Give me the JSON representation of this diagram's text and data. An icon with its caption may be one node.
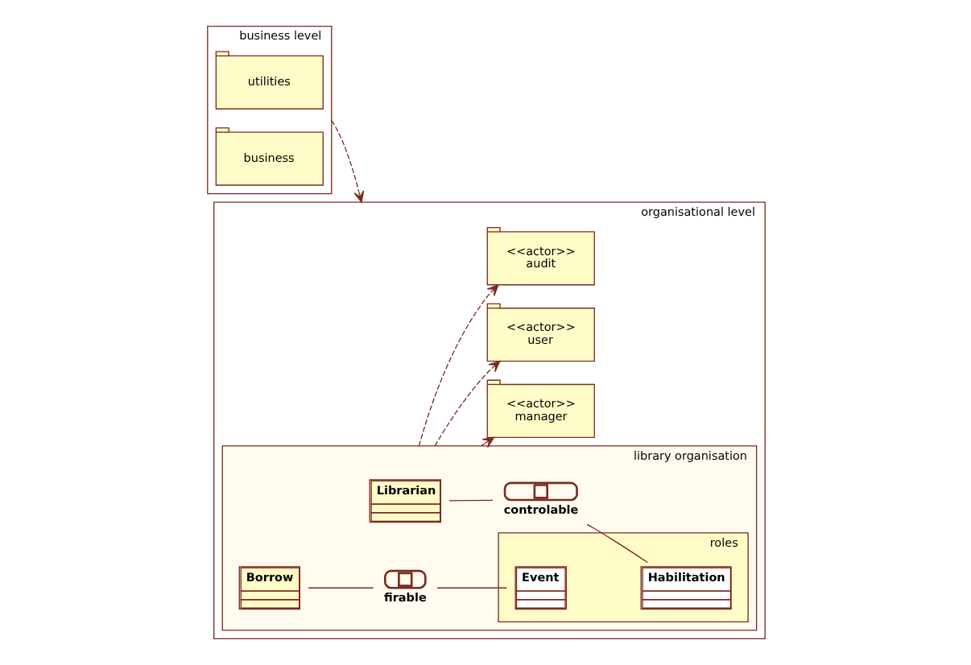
{
  "diagram": {
    "nodes": [
      {
        "text": [
          "business level"
        ]
      },
      {
        "text": [
          "utilities"
        ],
        "in": 0
      },
      {
        "text": [
          "business"
        ],
        "in": 0
      },
      {
        "text": [
          "organisational level"
        ]
      },
      {
        "text": [
          "library organisation"
        ],
        "in": 3
      },
      {
        "text": [
          "Librarian"
        ],
        "in": 4
      },
      {
        "text": [
          "controlable"
        ],
        "in": 4
      },
      {
        "text": [
          "Borrow"
        ],
        "in": 4
      },
      {
        "text": [
          "firable"
        ],
        "in": 4
      },
      {
        "text": [
          "roles"
        ],
        "in": 4
      },
      {
        "text": [
          "Habilitation"
        ],
        "in": 9
      },
      {
        "text": [
          "Event"
        ],
        "in": 9
      },
      {
        "text": [
          "<<actor>>",
          "manager"
        ],
        "in": 3
      },
      {
        "text": [
          "<<actor>>",
          "user"
        ],
        "in": 3
      },
      {
        "text": [
          "<<actor>>",
          "audit"
        ],
        "in": 3
      }
    ],
    "edges": [
      {
        "from": 0,
        "to": 3,
        "arrow": "to",
        "style": "dashed"
      },
      {
        "from": 5,
        "to": 6,
        "arrow": "none"
      },
      {
        "from": 6,
        "to": 10,
        "arrow": "none"
      },
      {
        "from": 7,
        "to": 8,
        "arrow": "none"
      },
      {
        "from": 8,
        "to": 11,
        "arrow": "none"
      },
      {
        "from": 4,
        "to": 12,
        "arrow": "to",
        "style": "dashed"
      },
      {
        "from": 4,
        "to": 13,
        "arrow": "to",
        "style": "dashed"
      },
      {
        "from": 4,
        "to": 14,
        "arrow": "to",
        "style": "dashed"
      }
    ]
  }
}
